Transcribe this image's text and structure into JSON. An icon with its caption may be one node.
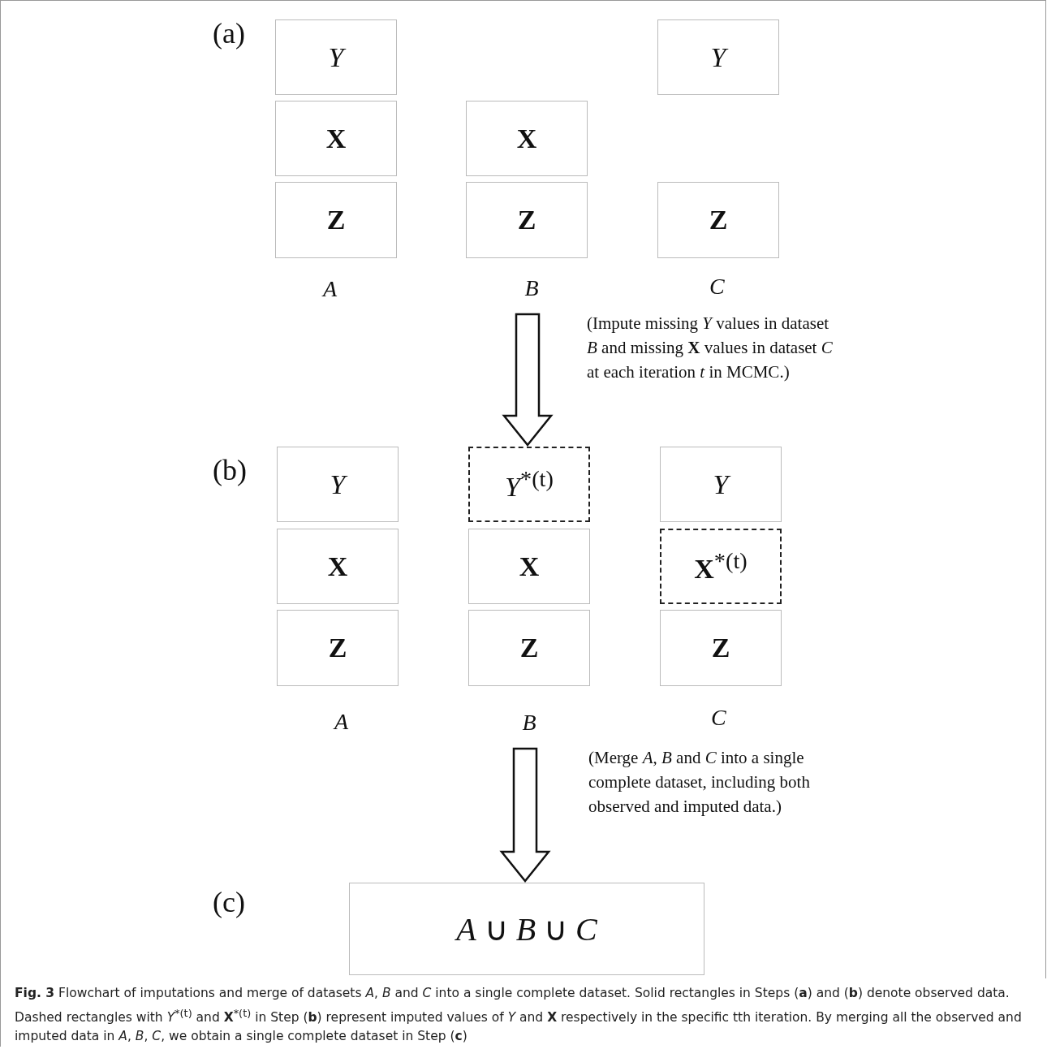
{
  "diagram": {
    "caption": "**Fig. 3** Flowchart of imputations and merge of datasets *A*, *B* and *C* into a single complete dataset. Solid rectangles in Steps (**a**) and (**b**) denote observed data. Dashed rectangles with *Y*$^{*(t)}$ and **X**$^{*(t)}$ in Step (**b**) represent imputed values of *Y* and **X** respectively in the specific tth iteration. By merging all the observed and imputed data in *A*, *B*, *C*, we obtain a single complete dataset in Step (**c**)",
    "nodes": [
      {
        "text": [
          "Y"
        ]
      },
      {
        "text": [
          "Y"
        ]
      },
      {
        "text": [
          "X"
        ]
      },
      {
        "text": [
          "X"
        ]
      },
      {
        "text": [
          "Z"
        ]
      },
      {
        "text": [
          "Z"
        ]
      },
      {
        "text": [
          "Z"
        ]
      },
      {
        "text": [
          "B"
        ]
      },
      {
        "text": [
          "Y"
        ]
      },
      {
        "text": [
          "*Y*$^{*(t)}$"
        ]
      },
      {
        "text": [
          "Y"
        ]
      },
      {
        "text": [
          "X"
        ]
      },
      {
        "text": [
          "X"
        ]
      },
      {
        "text": [
          "**X**$^{*(t)}$"
        ]
      },
      {
        "text": [
          "Z"
        ]
      },
      {
        "text": [
          "Z"
        ]
      },
      {
        "text": [
          "Z"
        ]
      },
      {
        "text": [
          "B"
        ]
      },
      {
        "text": [
          "*A* ∪ *B* ∪ *C*"
        ]
      }
    ],
    "edges": [
      {
        "from": 7,
        "to": 9,
        "arrow": "to",
        "label": "(Impute missing *Y* values in dataset *B* and missing **X** values in dataset *C* at each iteration *t* in MCMC.)"
      },
      {
        "from": 17,
        "to": 18,
        "arrow": "to",
        "label": "(Merge *A*, *B* and *C* into a single complete dataset, including both observed and imputed data.)"
      }
    ],
    "labels": [
      "(a)",
      "A",
      "C",
      "(b)",
      "A",
      "C",
      "(c)"
    ]
  }
}
